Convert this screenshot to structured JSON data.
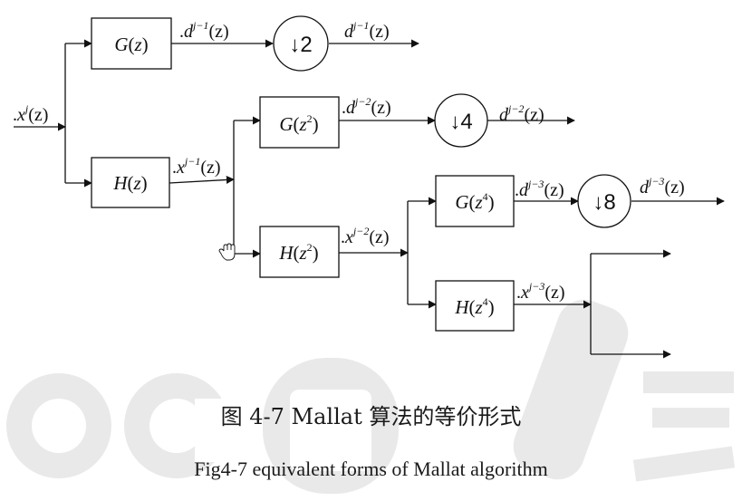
{
  "watermark": {
    "text": "ocm豆",
    "color": "#e8e8e8"
  },
  "colors": {
    "stroke": "#111111",
    "text": "#111111"
  },
  "input": {
    "base": "x",
    "sup": "j",
    "arg": "(z)"
  },
  "blocks": {
    "g1": {
      "fn": "G",
      "arg": "z",
      "power": ""
    },
    "h1": {
      "fn": "H",
      "arg": "z",
      "power": ""
    },
    "g2": {
      "fn": "G",
      "arg": "z",
      "power": "2"
    },
    "h2": {
      "fn": "H",
      "arg": "z",
      "power": "2"
    },
    "g3": {
      "fn": "G",
      "arg": "z",
      "power": "4"
    },
    "h3": {
      "fn": "H",
      "arg": "z",
      "power": "4"
    }
  },
  "downsamplers": [
    {
      "symbol": "↓",
      "factor": "2"
    },
    {
      "symbol": "↓",
      "factor": "4"
    },
    {
      "symbol": "↓",
      "factor": "8"
    }
  ],
  "signals": {
    "d1_pre": {
      "base": "d",
      "sup": "j−1",
      "arg": "(z)"
    },
    "d1_out": {
      "base": "d",
      "sup": "j−1",
      "arg": "(z)"
    },
    "x1": {
      "base": "x",
      "sup": "j−1",
      "arg": "(z)"
    },
    "d2_pre": {
      "base": "d",
      "sup": "j−2",
      "arg": "(z)"
    },
    "d2_out": {
      "base": "d",
      "sup": "j−2",
      "arg": "(z)"
    },
    "x2": {
      "base": "x",
      "sup": "j−2",
      "arg": "(z)"
    },
    "d3_pre": {
      "base": "d",
      "sup": "j−3",
      "arg": "(z)"
    },
    "d3_out": {
      "base": "d",
      "sup": "j−3",
      "arg": "(z)"
    },
    "x3": {
      "base": "x",
      "sup": "j−3",
      "arg": "(z)"
    }
  },
  "caption": {
    "zh": "图 4-7 Mallat 算法的等价形式",
    "en": "Fig4-7 equivalent forms of Mallat algorithm"
  }
}
